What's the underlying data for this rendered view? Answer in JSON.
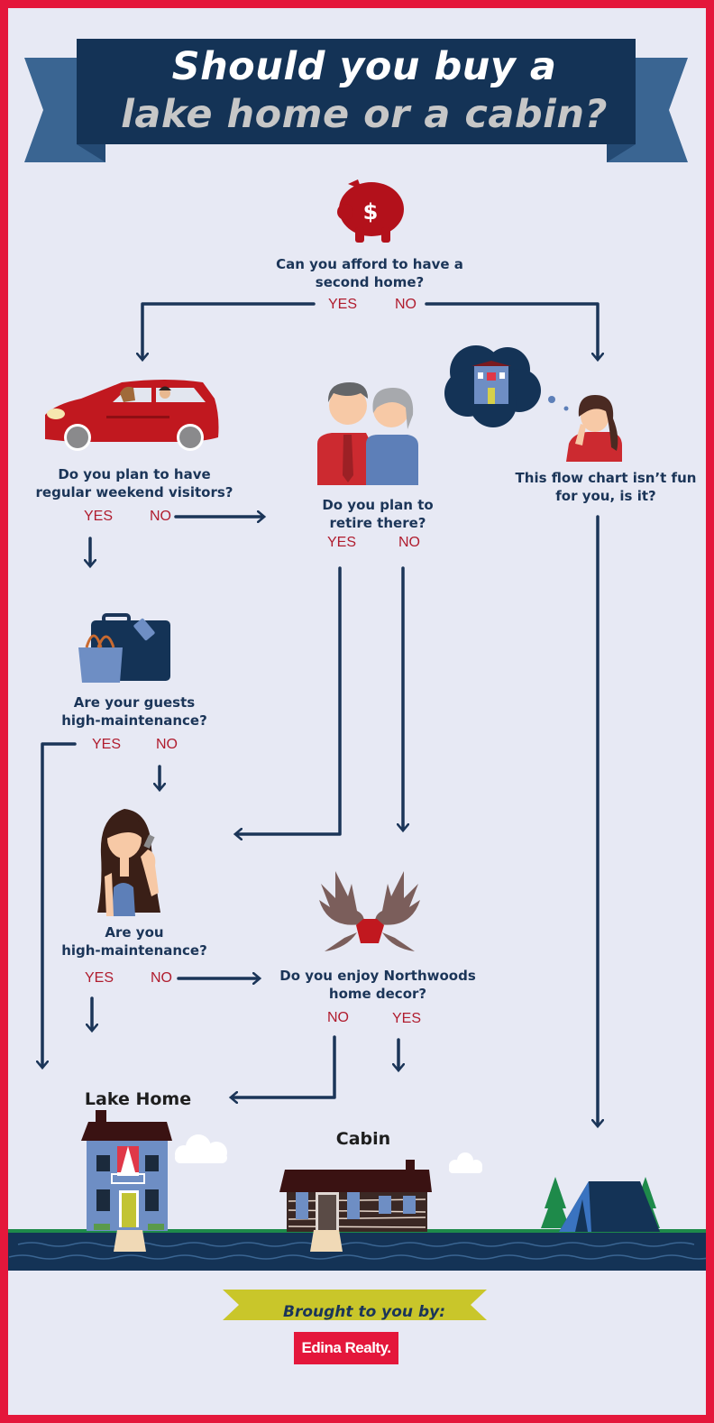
{
  "title": {
    "line1": "Should you buy a",
    "line2": "lake home or a cabin?"
  },
  "nodes": {
    "afford": {
      "question_line1": "Can you afford to have a",
      "question_line2": "second home?",
      "yes": "YES",
      "no": "NO"
    },
    "visitors": {
      "question_line1": "Do you plan to have",
      "question_line2": "regular weekend visitors?",
      "yes": "YES",
      "no": "NO"
    },
    "retire": {
      "question_line1": "Do you plan to",
      "question_line2": "retire there?",
      "yes": "YES",
      "no": "NO"
    },
    "not_fun": {
      "question_line1": "This flow chart isn’t fun",
      "question_line2": "for you, is it?"
    },
    "guests": {
      "question_line1": "Are your guests",
      "question_line2": "high-maintenance?",
      "yes": "YES",
      "no": "NO"
    },
    "you": {
      "question_line1": "Are you",
      "question_line2": "high-maintenance?",
      "yes": "YES",
      "no": "NO"
    },
    "decor": {
      "question_line1": "Do you enjoy Northwoods",
      "question_line2": "home decor?",
      "no": "NO",
      "yes": "YES"
    }
  },
  "destinations": {
    "lake_home": "Lake Home",
    "cabin": "Cabin"
  },
  "footer": {
    "brought_by": "Brought to you by:",
    "logo_text": "Edina Realty."
  },
  "colors": {
    "border": "#e4173b",
    "background": "#e7e9f4",
    "navy": "#1b3558",
    "banner_side": "#3a6592",
    "answer_red": "#b01c2e",
    "footer_ribbon": "#c9c62a"
  },
  "icons": [
    "piggy-bank-icon",
    "car-icon",
    "couple-icon",
    "thought-cloud-icon",
    "woman-thinking-icon",
    "luggage-icon",
    "woman-on-phone-icon",
    "moose-antlers-icon",
    "lake-house-icon",
    "cabin-icon",
    "tent-icon",
    "cloud-icon",
    "lake-water-icon"
  ]
}
